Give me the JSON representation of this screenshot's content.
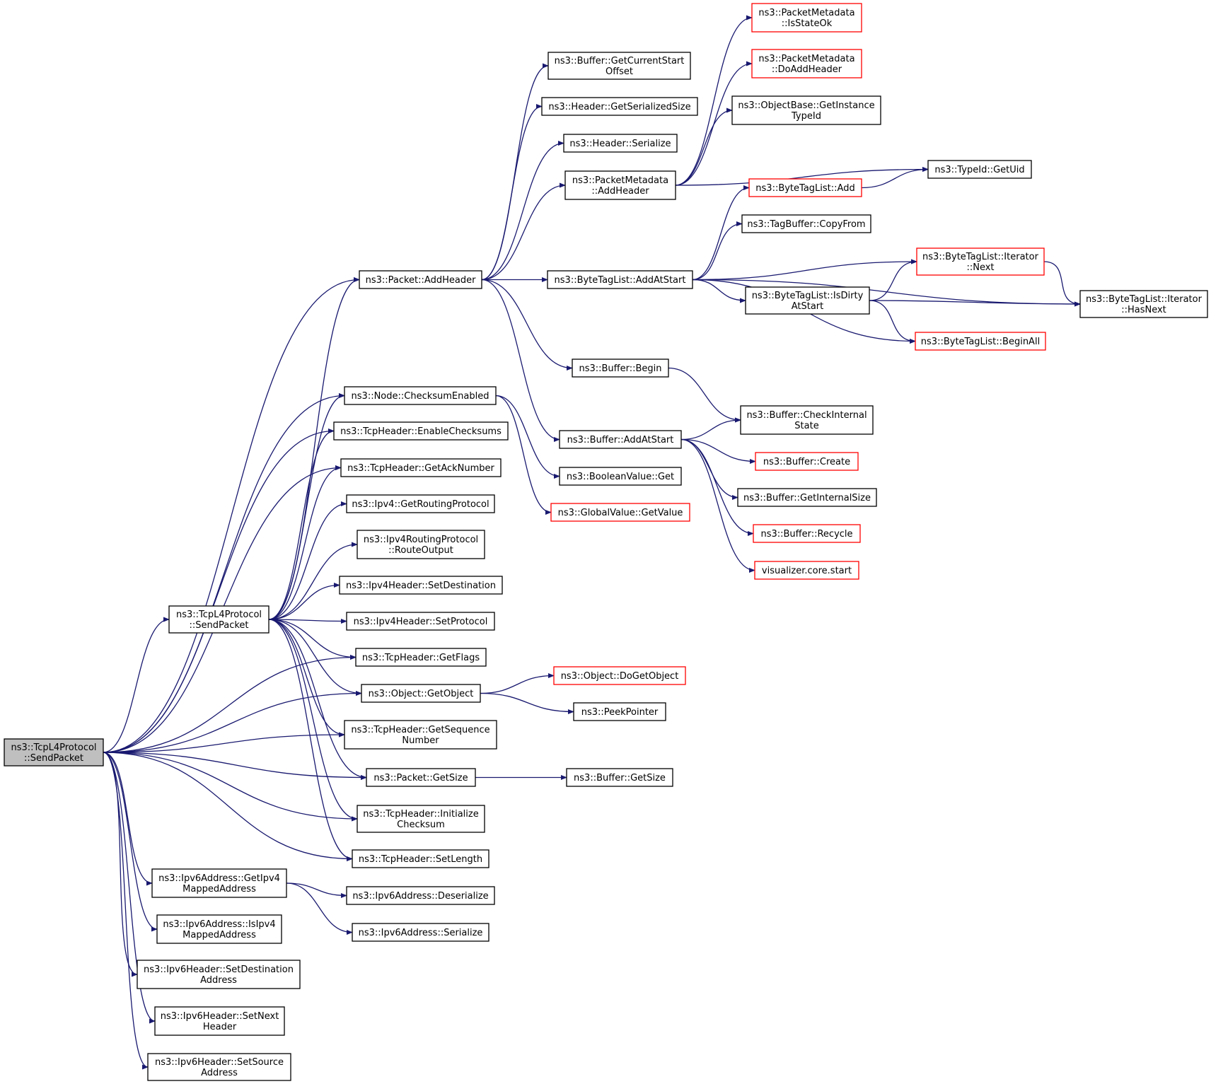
{
  "graph": {
    "colors": {
      "edge": "#191970",
      "node_border": "#000000",
      "truncated_border": "#ff0000",
      "root_fill": "#bfbfbf"
    },
    "nodes": [
      {
        "id": "root",
        "lines": [
          "ns3::TcpL4Protocol",
          "::SendPacket"
        ],
        "kind": "root"
      },
      {
        "id": "tcpSend",
        "lines": [
          "ns3::TcpL4Protocol",
          "::SendPacket"
        ]
      },
      {
        "id": "pktAddHeader",
        "lines": [
          "ns3::Packet::AddHeader"
        ]
      },
      {
        "id": "nodeChecksum",
        "lines": [
          "ns3::Node::ChecksumEnabled"
        ]
      },
      {
        "id": "enableChecksums",
        "lines": [
          "ns3::TcpHeader::EnableChecksums"
        ]
      },
      {
        "id": "getAck",
        "lines": [
          "ns3::TcpHeader::GetAckNumber"
        ]
      },
      {
        "id": "getRouting",
        "lines": [
          "ns3::Ipv4::GetRoutingProtocol"
        ]
      },
      {
        "id": "routeOutput",
        "lines": [
          "ns3::Ipv4RoutingProtocol",
          "::RouteOutput"
        ]
      },
      {
        "id": "setDest4",
        "lines": [
          "ns3::Ipv4Header::SetDestination"
        ]
      },
      {
        "id": "setProto",
        "lines": [
          "ns3::Ipv4Header::SetProtocol"
        ]
      },
      {
        "id": "getFlags",
        "lines": [
          "ns3::TcpHeader::GetFlags"
        ]
      },
      {
        "id": "getObject",
        "lines": [
          "ns3::Object::GetObject"
        ]
      },
      {
        "id": "getSeq",
        "lines": [
          "ns3::TcpHeader::GetSequence",
          "Number"
        ]
      },
      {
        "id": "pktGetSize",
        "lines": [
          "ns3::Packet::GetSize"
        ]
      },
      {
        "id": "initChecksum",
        "lines": [
          "ns3::TcpHeader::Initialize",
          "Checksum"
        ]
      },
      {
        "id": "setLength",
        "lines": [
          "ns3::TcpHeader::SetLength"
        ]
      },
      {
        "id": "getIpv4Mapped",
        "lines": [
          "ns3::Ipv6Address::GetIpv4",
          "MappedAddress"
        ]
      },
      {
        "id": "isIpv4Mapped",
        "lines": [
          "ns3::Ipv6Address::IsIpv4",
          "MappedAddress"
        ]
      },
      {
        "id": "setDest6",
        "lines": [
          "ns3::Ipv6Header::SetDestination",
          "Address"
        ]
      },
      {
        "id": "setNext",
        "lines": [
          "ns3::Ipv6Header::SetNext",
          "Header"
        ]
      },
      {
        "id": "setSource",
        "lines": [
          "ns3::Ipv6Header::SetSource",
          "Address"
        ]
      },
      {
        "id": "bufCurStart",
        "lines": [
          "ns3::Buffer::GetCurrentStart",
          "Offset"
        ]
      },
      {
        "id": "hdrSerSize",
        "lines": [
          "ns3::Header::GetSerializedSize"
        ]
      },
      {
        "id": "hdrSerialize",
        "lines": [
          "ns3::Header::Serialize"
        ]
      },
      {
        "id": "pmAddHeader",
        "lines": [
          "ns3::PacketMetadata",
          "::AddHeader"
        ]
      },
      {
        "id": "btlAddAtStart",
        "lines": [
          "ns3::ByteTagList::AddAtStart"
        ]
      },
      {
        "id": "bufBegin",
        "lines": [
          "ns3::Buffer::Begin"
        ]
      },
      {
        "id": "bufAddAtStart",
        "lines": [
          "ns3::Buffer::AddAtStart"
        ]
      },
      {
        "id": "boolGet",
        "lines": [
          "ns3::BooleanValue::Get"
        ]
      },
      {
        "id": "gvGetValue",
        "lines": [
          "ns3::GlobalValue::GetValue"
        ],
        "kind": "truncated"
      },
      {
        "id": "doGetObject",
        "lines": [
          "ns3::Object::DoGetObject"
        ],
        "kind": "truncated"
      },
      {
        "id": "peekPointer",
        "lines": [
          "ns3::PeekPointer"
        ]
      },
      {
        "id": "bufGetSize",
        "lines": [
          "ns3::Buffer::GetSize"
        ]
      },
      {
        "id": "ipv6Deser",
        "lines": [
          "ns3::Ipv6Address::Deserialize"
        ]
      },
      {
        "id": "ipv6Ser",
        "lines": [
          "ns3::Ipv6Address::Serialize"
        ]
      },
      {
        "id": "pmIsStateOk",
        "lines": [
          "ns3::PacketMetadata",
          "::IsStateOk"
        ],
        "kind": "truncated"
      },
      {
        "id": "pmDoAddHeader",
        "lines": [
          "ns3::PacketMetadata",
          "::DoAddHeader"
        ],
        "kind": "truncated"
      },
      {
        "id": "objInstTypeId",
        "lines": [
          "ns3::ObjectBase::GetInstance",
          "TypeId"
        ]
      },
      {
        "id": "typeIdGetUid",
        "lines": [
          "ns3::TypeId::GetUid"
        ]
      },
      {
        "id": "btlAdd",
        "lines": [
          "ns3::ByteTagList::Add"
        ],
        "kind": "truncated"
      },
      {
        "id": "tbCopyFrom",
        "lines": [
          "ns3::TagBuffer::CopyFrom"
        ]
      },
      {
        "id": "btlIterNext",
        "lines": [
          "ns3::ByteTagList::Iterator",
          "::Next"
        ],
        "kind": "truncated"
      },
      {
        "id": "btlIsDirty",
        "lines": [
          "ns3::ByteTagList::IsDirty",
          "AtStart"
        ]
      },
      {
        "id": "btlIterHasNext",
        "lines": [
          "ns3::ByteTagList::Iterator",
          "::HasNext"
        ]
      },
      {
        "id": "btlBeginAll",
        "lines": [
          "ns3::ByteTagList::BeginAll"
        ],
        "kind": "truncated"
      },
      {
        "id": "bufCheckInternal",
        "lines": [
          "ns3::Buffer::CheckInternal",
          "State"
        ]
      },
      {
        "id": "bufCreate",
        "lines": [
          "ns3::Buffer::Create"
        ],
        "kind": "truncated"
      },
      {
        "id": "bufGetInternalSize",
        "lines": [
          "ns3::Buffer::GetInternalSize"
        ]
      },
      {
        "id": "bufRecycle",
        "lines": [
          "ns3::Buffer::Recycle"
        ],
        "kind": "truncated"
      },
      {
        "id": "visStart",
        "lines": [
          "visualizer.core.start"
        ],
        "kind": "truncated"
      }
    ],
    "edges": [
      [
        "root",
        "pktAddHeader"
      ],
      [
        "root",
        "nodeChecksum"
      ],
      [
        "root",
        "enableChecksums"
      ],
      [
        "root",
        "getAck"
      ],
      [
        "root",
        "tcpSend"
      ],
      [
        "root",
        "getFlags"
      ],
      [
        "root",
        "getObject"
      ],
      [
        "root",
        "getSeq"
      ],
      [
        "root",
        "pktGetSize"
      ],
      [
        "root",
        "initChecksum"
      ],
      [
        "root",
        "setLength"
      ],
      [
        "root",
        "getIpv4Mapped"
      ],
      [
        "root",
        "isIpv4Mapped"
      ],
      [
        "root",
        "setDest6"
      ],
      [
        "root",
        "setNext"
      ],
      [
        "root",
        "setSource"
      ],
      [
        "tcpSend",
        "pktAddHeader"
      ],
      [
        "tcpSend",
        "nodeChecksum"
      ],
      [
        "tcpSend",
        "enableChecksums"
      ],
      [
        "tcpSend",
        "getAck"
      ],
      [
        "tcpSend",
        "getRouting"
      ],
      [
        "tcpSend",
        "routeOutput"
      ],
      [
        "tcpSend",
        "setDest4"
      ],
      [
        "tcpSend",
        "setProto"
      ],
      [
        "tcpSend",
        "getFlags"
      ],
      [
        "tcpSend",
        "getObject"
      ],
      [
        "tcpSend",
        "getSeq"
      ],
      [
        "tcpSend",
        "pktGetSize"
      ],
      [
        "tcpSend",
        "initChecksum"
      ],
      [
        "tcpSend",
        "setLength"
      ],
      [
        "pktAddHeader",
        "bufCurStart"
      ],
      [
        "pktAddHeader",
        "hdrSerSize"
      ],
      [
        "pktAddHeader",
        "hdrSerialize"
      ],
      [
        "pktAddHeader",
        "pmAddHeader"
      ],
      [
        "pktAddHeader",
        "btlAddAtStart"
      ],
      [
        "pktAddHeader",
        "bufBegin"
      ],
      [
        "pktAddHeader",
        "bufAddAtStart"
      ],
      [
        "nodeChecksum",
        "boolGet"
      ],
      [
        "nodeChecksum",
        "gvGetValue"
      ],
      [
        "getObject",
        "doGetObject"
      ],
      [
        "getObject",
        "peekPointer"
      ],
      [
        "pktGetSize",
        "bufGetSize"
      ],
      [
        "getIpv4Mapped",
        "ipv6Deser"
      ],
      [
        "getIpv4Mapped",
        "ipv6Ser"
      ],
      [
        "pmAddHeader",
        "pmIsStateOk"
      ],
      [
        "pmAddHeader",
        "pmDoAddHeader"
      ],
      [
        "pmAddHeader",
        "objInstTypeId"
      ],
      [
        "pmAddHeader",
        "typeIdGetUid"
      ],
      [
        "btlAddAtStart",
        "btlAdd"
      ],
      [
        "btlAddAtStart",
        "tbCopyFrom"
      ],
      [
        "btlAddAtStart",
        "btlIterNext"
      ],
      [
        "btlAddAtStart",
        "btlIsDirty"
      ],
      [
        "btlAddAtStart",
        "btlIterHasNext"
      ],
      [
        "btlAddAtStart",
        "btlBeginAll"
      ],
      [
        "btlAdd",
        "typeIdGetUid"
      ],
      [
        "btlIsDirty",
        "btlIterNext"
      ],
      [
        "btlIsDirty",
        "btlIterHasNext"
      ],
      [
        "btlIsDirty",
        "btlBeginAll"
      ],
      [
        "btlIterNext",
        "btlIterHasNext"
      ],
      [
        "bufBegin",
        "bufCheckInternal"
      ],
      [
        "bufAddAtStart",
        "bufCheckInternal"
      ],
      [
        "bufAddAtStart",
        "bufCreate"
      ],
      [
        "bufAddAtStart",
        "bufGetInternalSize"
      ],
      [
        "bufAddAtStart",
        "bufRecycle"
      ],
      [
        "bufAddAtStart",
        "visStart"
      ]
    ]
  }
}
